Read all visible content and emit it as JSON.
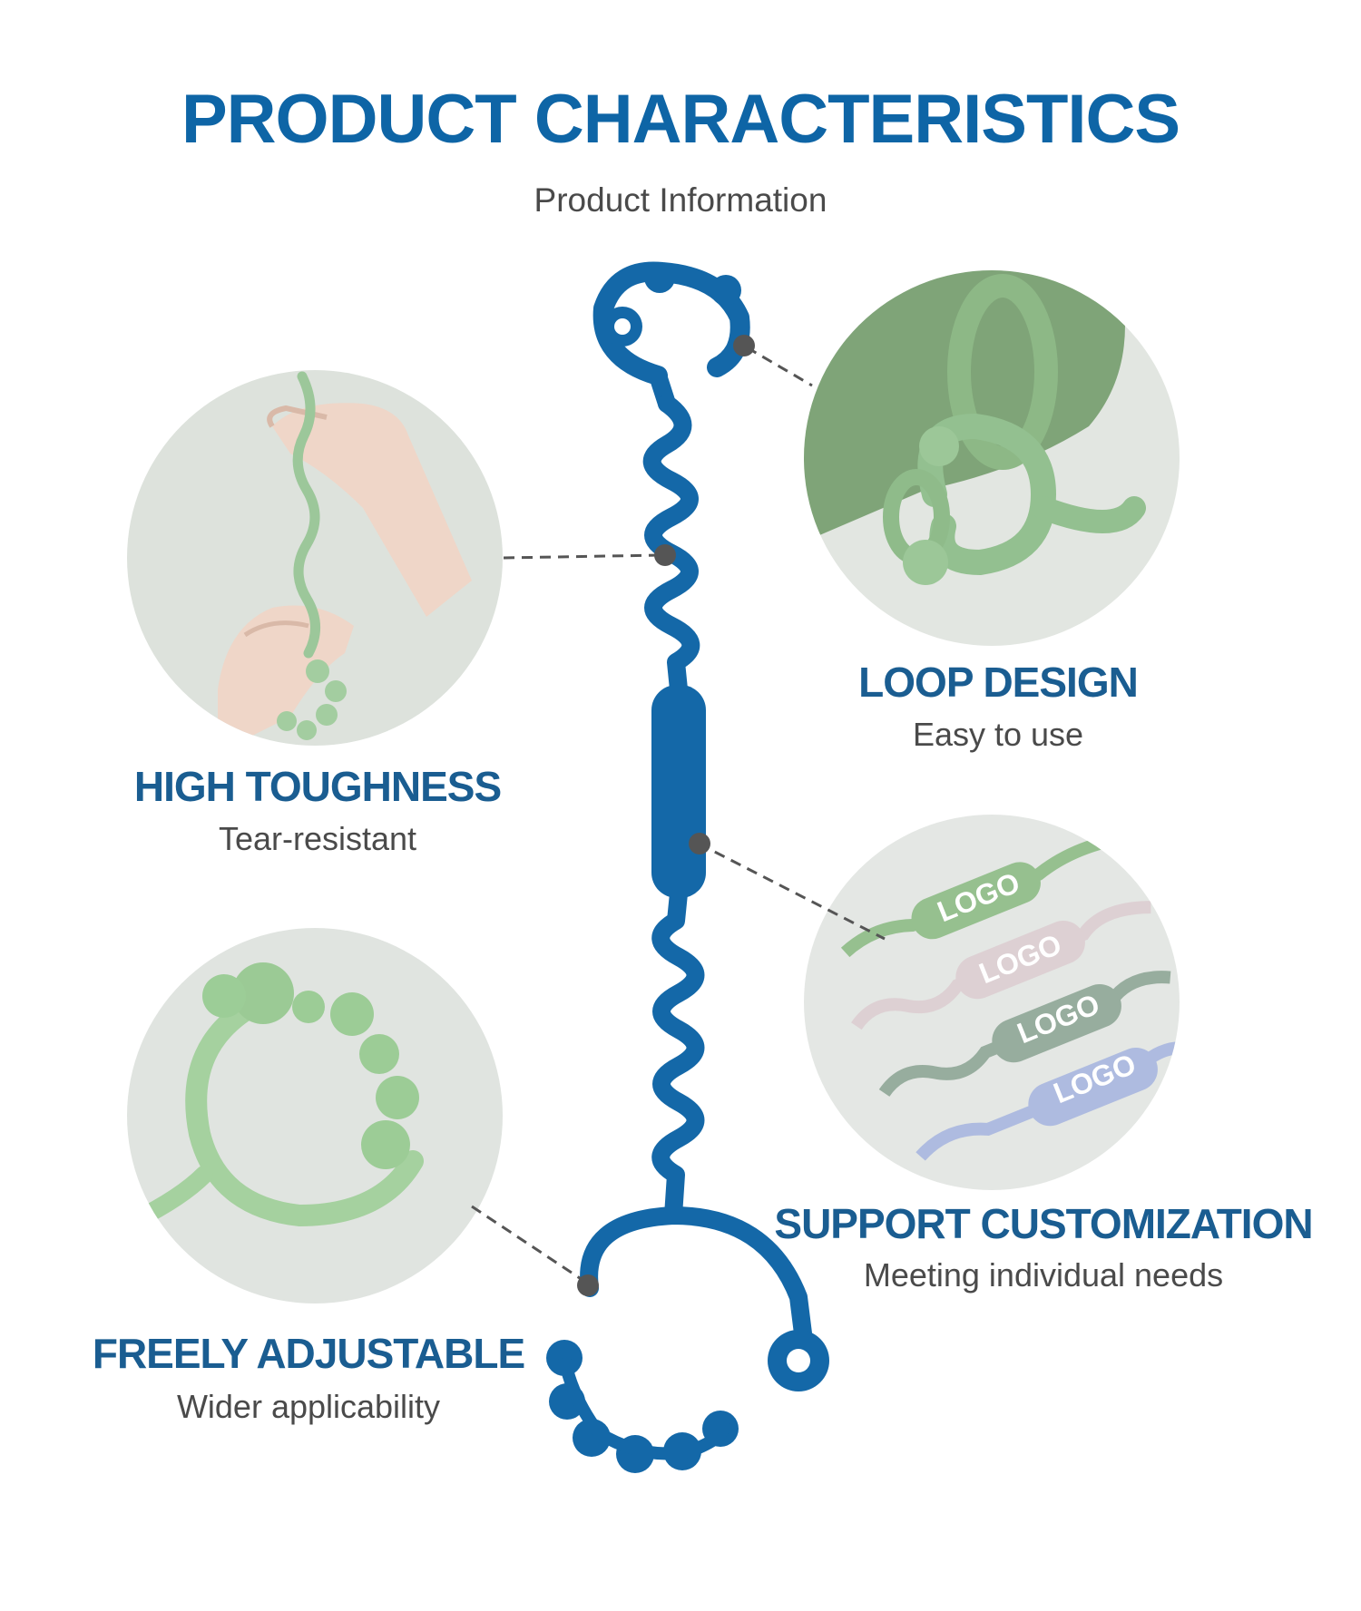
{
  "header": {
    "title": "PRODUCT CHARACTERISTICS",
    "subtitle": "Product Information"
  },
  "features": [
    {
      "title": "HIGH TOUGHNESS",
      "subtitle": "Tear-resistant"
    },
    {
      "title": "LOOP DESIGN",
      "subtitle": "Easy to use"
    },
    {
      "title": "SUPPORT CUSTOMIZATION",
      "subtitle": "Meeting individual needs"
    },
    {
      "title": "FREELY ADJUSTABLE",
      "subtitle": "Wider applicability"
    }
  ],
  "custom_photo": {
    "logo_text": "LOGO"
  },
  "colors": {
    "title_blue": "#0e65a6",
    "strap_blue": "#1468a8",
    "sage_green": "#8fbf8c",
    "photo_bg": "#dfe3df"
  }
}
